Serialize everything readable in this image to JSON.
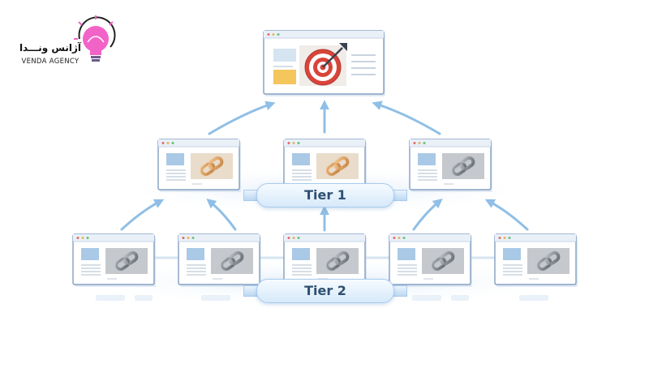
{
  "logo": {
    "name_fa": "آژانس ونـــدا",
    "name_en": "VENDA AGENCY",
    "bulb_icon": "lightbulb-icon",
    "bulb_color": "#f263c8"
  },
  "tiers": [
    {
      "label": "Tier 1",
      "count": 3
    },
    {
      "label": "Tier 2",
      "count": 5
    }
  ],
  "icons": {
    "target": "target-icon",
    "link": "chain-link-icon"
  },
  "colors": {
    "arrow": "#8fbfe6",
    "window_border": "#6f8fb8",
    "tier1_link_gold": "#d9a060",
    "link_gray": "#8a8f96",
    "pill_text": "#2f4f70"
  }
}
